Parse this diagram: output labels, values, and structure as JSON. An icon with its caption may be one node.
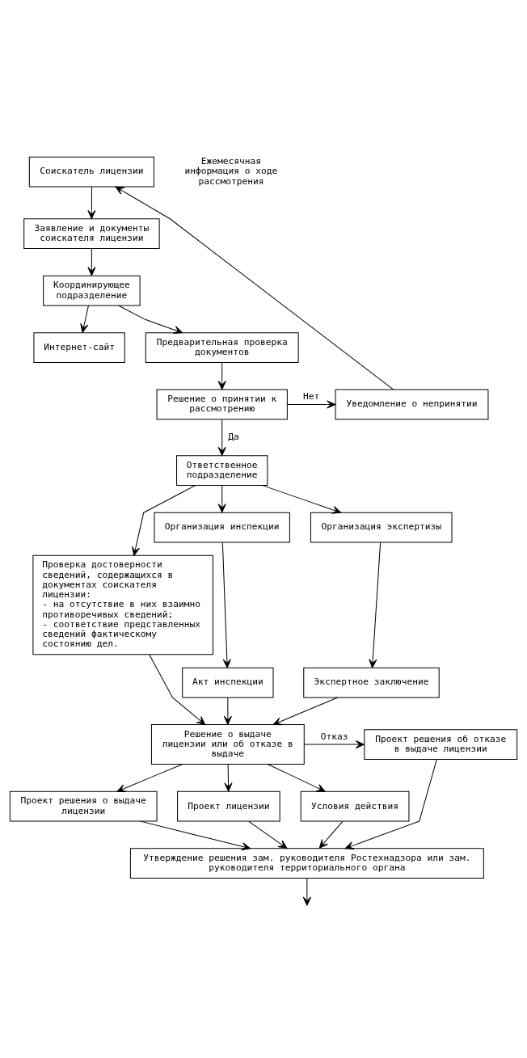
{
  "diagram": {
    "nodes": [
      {
        "text": [
          "Соискатель лицензии"
        ]
      },
      {
        "text": [
          "Заявление и документы соискателя лицензии"
        ]
      },
      {
        "text": [
          "Координирующее подразделение"
        ]
      },
      {
        "text": [
          "Интернет-сайт"
        ]
      },
      {
        "text": [
          "Предварительная проверка документов"
        ]
      },
      {
        "text": [
          "Решение о принятии к рассмотрению"
        ]
      },
      {
        "text": [
          "Уведомление о непринятии"
        ]
      },
      {
        "text": [
          "Ответственное подразделение"
        ]
      },
      {
        "text": [
          "Проверка достоверности сведений, содержащихся в документах соискателя лицензии:",
          "- на отсутствие в них взаимно противоречивых сведений;",
          "- соответствие представленных сведений фактическому состоянию дел."
        ]
      },
      {
        "text": [
          "Организация инспекции"
        ]
      },
      {
        "text": [
          "Организация экспертизы"
        ]
      },
      {
        "text": [
          "Акт инспекции"
        ]
      },
      {
        "text": [
          "Экспертное заключение"
        ]
      },
      {
        "text": [
          "Решение о выдаче лицензии или об отказе в выдаче"
        ]
      },
      {
        "text": [
          "Проект решения об отказе в выдаче лицензии"
        ]
      },
      {
        "text": [
          "Проект решения о выдаче лицензии"
        ]
      },
      {
        "text": [
          "Проект лицензии"
        ]
      },
      {
        "text": [
          "Условия действия"
        ]
      },
      {
        "text": [
          "Утверждение решения зам. руководителя Ростехнадзора или зам. руководителя территориального органа"
        ]
      }
    ],
    "edges": [
      {
        "from": 0,
        "to": 1,
        "arrow": "to"
      },
      {
        "from": 1,
        "to": 2,
        "arrow": "to"
      },
      {
        "from": 2,
        "to": 3,
        "arrow": "to"
      },
      {
        "from": 2,
        "to": 4,
        "arrow": "to"
      },
      {
        "from": 4,
        "to": 5,
        "arrow": "to"
      },
      {
        "from": 5,
        "to": 6,
        "arrow": "to",
        "label": "Нет"
      },
      {
        "from": 6,
        "to": 0,
        "arrow": "to"
      },
      {
        "from": 5,
        "to": 7,
        "arrow": "to",
        "label": "Да"
      },
      {
        "from": 7,
        "to": 8,
        "arrow": "to"
      },
      {
        "from": 7,
        "to": 9,
        "arrow": "to"
      },
      {
        "from": 7,
        "to": 10,
        "arrow": "to"
      },
      {
        "from": 9,
        "to": 11,
        "arrow": "to"
      },
      {
        "from": 10,
        "to": 12,
        "arrow": "to"
      },
      {
        "from": 8,
        "to": 13,
        "arrow": "to"
      },
      {
        "from": 11,
        "to": 13,
        "arrow": "to"
      },
      {
        "from": 12,
        "to": 13,
        "arrow": "to"
      },
      {
        "from": 13,
        "to": 14,
        "arrow": "to",
        "label": "Отказ"
      },
      {
        "from": 13,
        "to": 15,
        "arrow": "to"
      },
      {
        "from": 13,
        "to": 16,
        "arrow": "to"
      },
      {
        "from": 13,
        "to": 17,
        "arrow": "to"
      },
      {
        "from": 14,
        "to": 18,
        "arrow": "to"
      },
      {
        "from": 15,
        "to": 18,
        "arrow": "to"
      },
      {
        "from": 16,
        "to": 18,
        "arrow": "to"
      },
      {
        "from": 17,
        "to": 18,
        "arrow": "to"
      },
      {
        "from": 18,
        "to": null,
        "arrow": "to"
      }
    ],
    "labels": [
      "Ежемесячная информация о ходе рассмотрения"
    ]
  }
}
